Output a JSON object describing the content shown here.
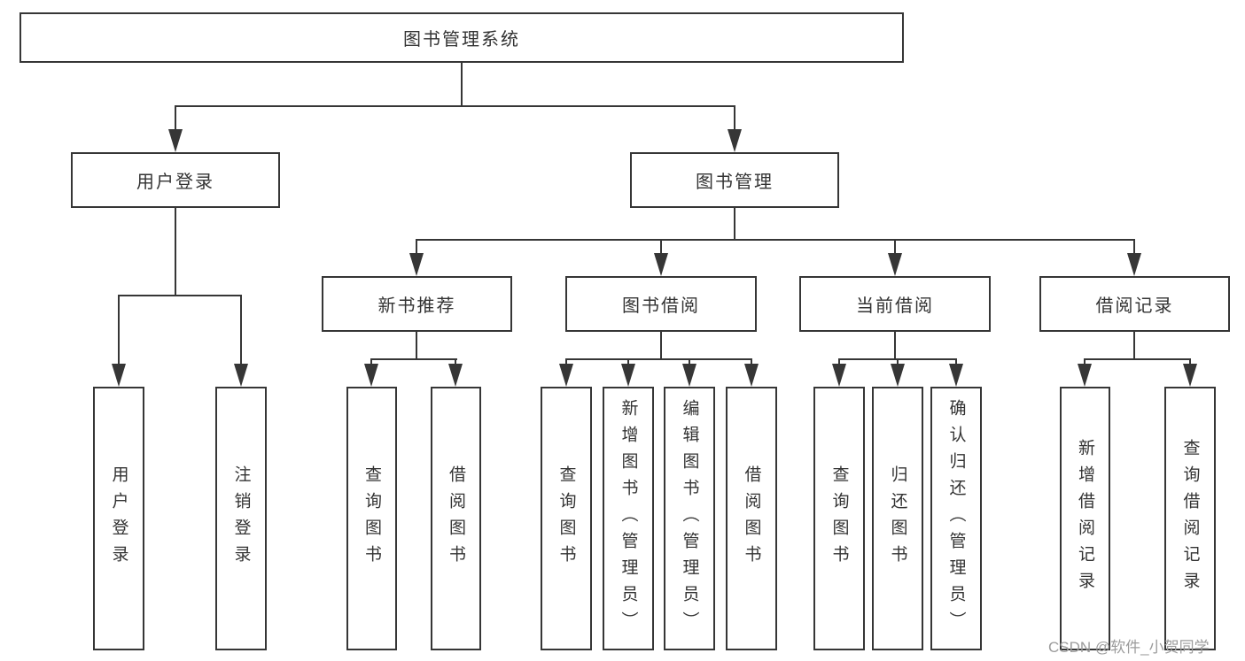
{
  "diagram": {
    "title_node": {
      "label": "图书管理系统"
    },
    "level1": [
      {
        "label": "用户登录"
      },
      {
        "label": "图书管理"
      }
    ],
    "level2": [
      {
        "label": "新书推荐"
      },
      {
        "label": "图书借阅"
      },
      {
        "label": "当前借阅"
      },
      {
        "label": "借阅记录"
      }
    ],
    "leaves": {
      "user_login": [
        {
          "label": "用户登录"
        },
        {
          "label": "注销登录"
        }
      ],
      "new_book_recommend": [
        {
          "label": "查询图书"
        },
        {
          "label": "借阅图书"
        }
      ],
      "book_borrow": [
        {
          "label": "查询图书"
        },
        {
          "label": "新增图书（管理员）"
        },
        {
          "label": "编辑图书（管理员）"
        },
        {
          "label": "借阅图书"
        }
      ],
      "current_borrow": [
        {
          "label": "查询图书"
        },
        {
          "label": "归还图书"
        },
        {
          "label": "确认归还（管理员）"
        }
      ],
      "borrow_records": [
        {
          "label": "新增借阅记录"
        },
        {
          "label": "查询借阅记录"
        }
      ]
    }
  },
  "watermark": {
    "text": "CSDN @软件_小贺同学"
  },
  "colors": {
    "line": "#363636",
    "text": "#333333",
    "background": "#ffffff",
    "watermark": "#9c9c9c"
  }
}
